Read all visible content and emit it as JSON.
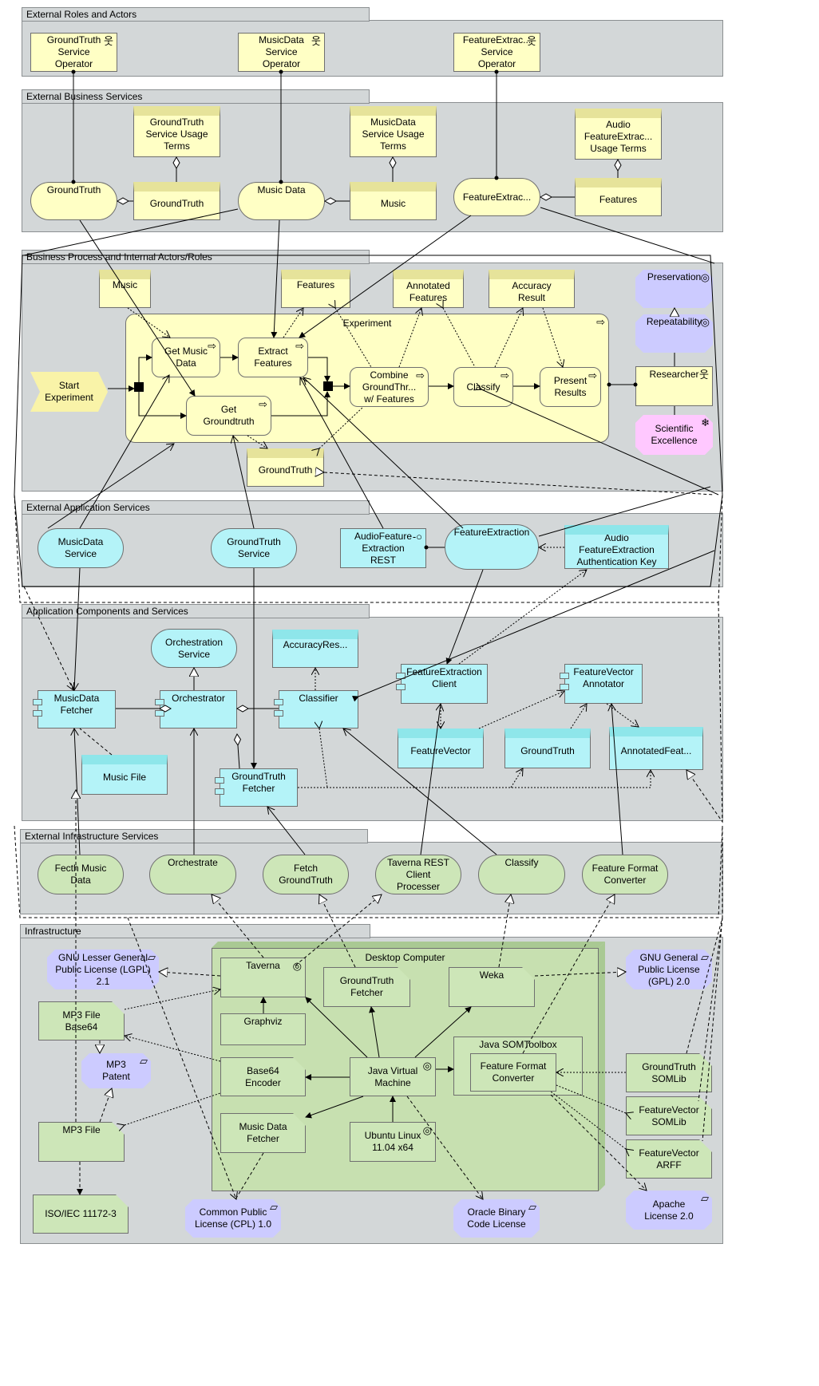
{
  "groups": {
    "external_roles": "External Roles and Actors",
    "external_business_services": "External Business Services",
    "business_process": "Business Process and Internal Actors/Roles",
    "external_application_services": "External Application Services",
    "application_components": "Application Components and Services",
    "external_infrastructure_services": "External Infrastructure Services",
    "infrastructure": "Infrastructure"
  },
  "roles": {
    "groundtruth_operator": "GroundTruth\nService\nOperator",
    "musicdata_operator": "MusicData\nService\nOperator",
    "featureextraction_operator": "FeatureExtrac...\nService\nOperator"
  },
  "business_services": {
    "groundtruth_terms": "GroundTruth\nService Usage\nTerms",
    "musicdata_terms": "MusicData\nService Usage\nTerms",
    "audio_terms": "Audio\nFeatureExtrac...\nUsage Terms",
    "groundtruth_service": "GroundTruth",
    "groundtruth_object": "GroundTruth",
    "music_data_service": "Music Data",
    "music_object": "Music",
    "featureextraction_service": "FeatureExtrac...",
    "features_object": "Features"
  },
  "process": {
    "music": "Music",
    "features": "Features",
    "annotated_features": "Annotated\nFeatures",
    "accuracy_result": "Accuracy\nResult",
    "experiment": "Experiment",
    "start_experiment": "Start\nExperiment",
    "get_music_data": "Get Music\nData",
    "extract_features": "Extract\nFeatures",
    "get_groundtruth": "Get\nGroundtruth",
    "combine": "Combine\nGroundThr...\nw/ Features",
    "classify": "Classify",
    "present_results": "Present\nResults",
    "groundtruth": "GroundTruth",
    "preservation": "Preservation",
    "repeatability": "Repeatability",
    "researcher": "Researcher",
    "scientific_excellence": "Scientific\nExcellence"
  },
  "app_services": {
    "musicdata_service": "MusicData\nService",
    "groundtruth_service": "GroundTruth\nService",
    "audiofeature_rest": "AudioFeature\nExtraction\nREST",
    "featureextraction": "FeatureExtraction",
    "auth_key": "Audio\nFeatureExtraction\nAuthentication Key"
  },
  "app_components": {
    "orchestration_service": "Orchestration\nService",
    "accuracy_res": "AccuracyRes...",
    "featureextraction_client": "FeatureExtraction\nClient",
    "featurevector_annotator": "FeatureVector\nAnnotator",
    "musicdata_fetcher": "MusicData\nFetcher",
    "orchestrator": "Orchestrator",
    "classifier": "Classifier",
    "featurevector": "FeatureVector",
    "groundtruth": "GroundTruth",
    "annotated_feat": "AnnotatedFeat...",
    "music_file": "Music File",
    "groundtruth_fetcher": "GroundTruth\nFetcher"
  },
  "infra_services": {
    "fetch_music_data": "Fecth Music\nData",
    "orchestrate": "Orchestrate",
    "fetch_groundtruth": "Fetch\nGroundTruth",
    "taverna_rest": "Taverna REST\nClient\nProcesser",
    "classify": "Classify",
    "feature_format_converter": "Feature Format\nConverter"
  },
  "infrastructure": {
    "lgpl": "GNU Lesser General\nPublic License (LGPL)\n2.1",
    "desktop_computer": "Desktop Computer",
    "taverna": "Taverna",
    "groundtruth_fetcher": "GroundTruth\nFetcher",
    "weka": "Weka",
    "gpl": "GNU General\nPublic License\n(GPL) 2.0",
    "mp3_base64": "MP3 File\nBase64",
    "graphviz": "Graphviz",
    "java_somtoolbox": "Java SOMToolbox",
    "feature_format_converter": "Feature Format\nConverter",
    "mp3_patent": "MP3\nPatent",
    "base64_encoder": "Base64\nEncoder",
    "jvm": "Java Virtual\nMachine",
    "groundtruth_somlib": "GroundTruth\nSOMLib",
    "featurevector_somlib": "FeatureVector\nSOMLib",
    "mp3_file": "MP3 File",
    "music_data_fetcher": "Music Data\nFetcher",
    "ubuntu": "Ubuntu Linux\n11.04 x64",
    "featurevector_arff": "FeatureVector\nARFF",
    "iso": "ISO/IEC 11172-3",
    "cpl": "Common Public\nLicense (CPL) 1.0",
    "oracle": "Oracle Binary\nCode License",
    "apache": "Apache\nLicense 2.0"
  },
  "colors": {
    "group_fill": "#d3d7d8",
    "business": "#ffffc5",
    "application": "#b4f3f8",
    "technology": "#cde6b8",
    "motivation": "#cccbff",
    "value": "#ffc8ff"
  }
}
